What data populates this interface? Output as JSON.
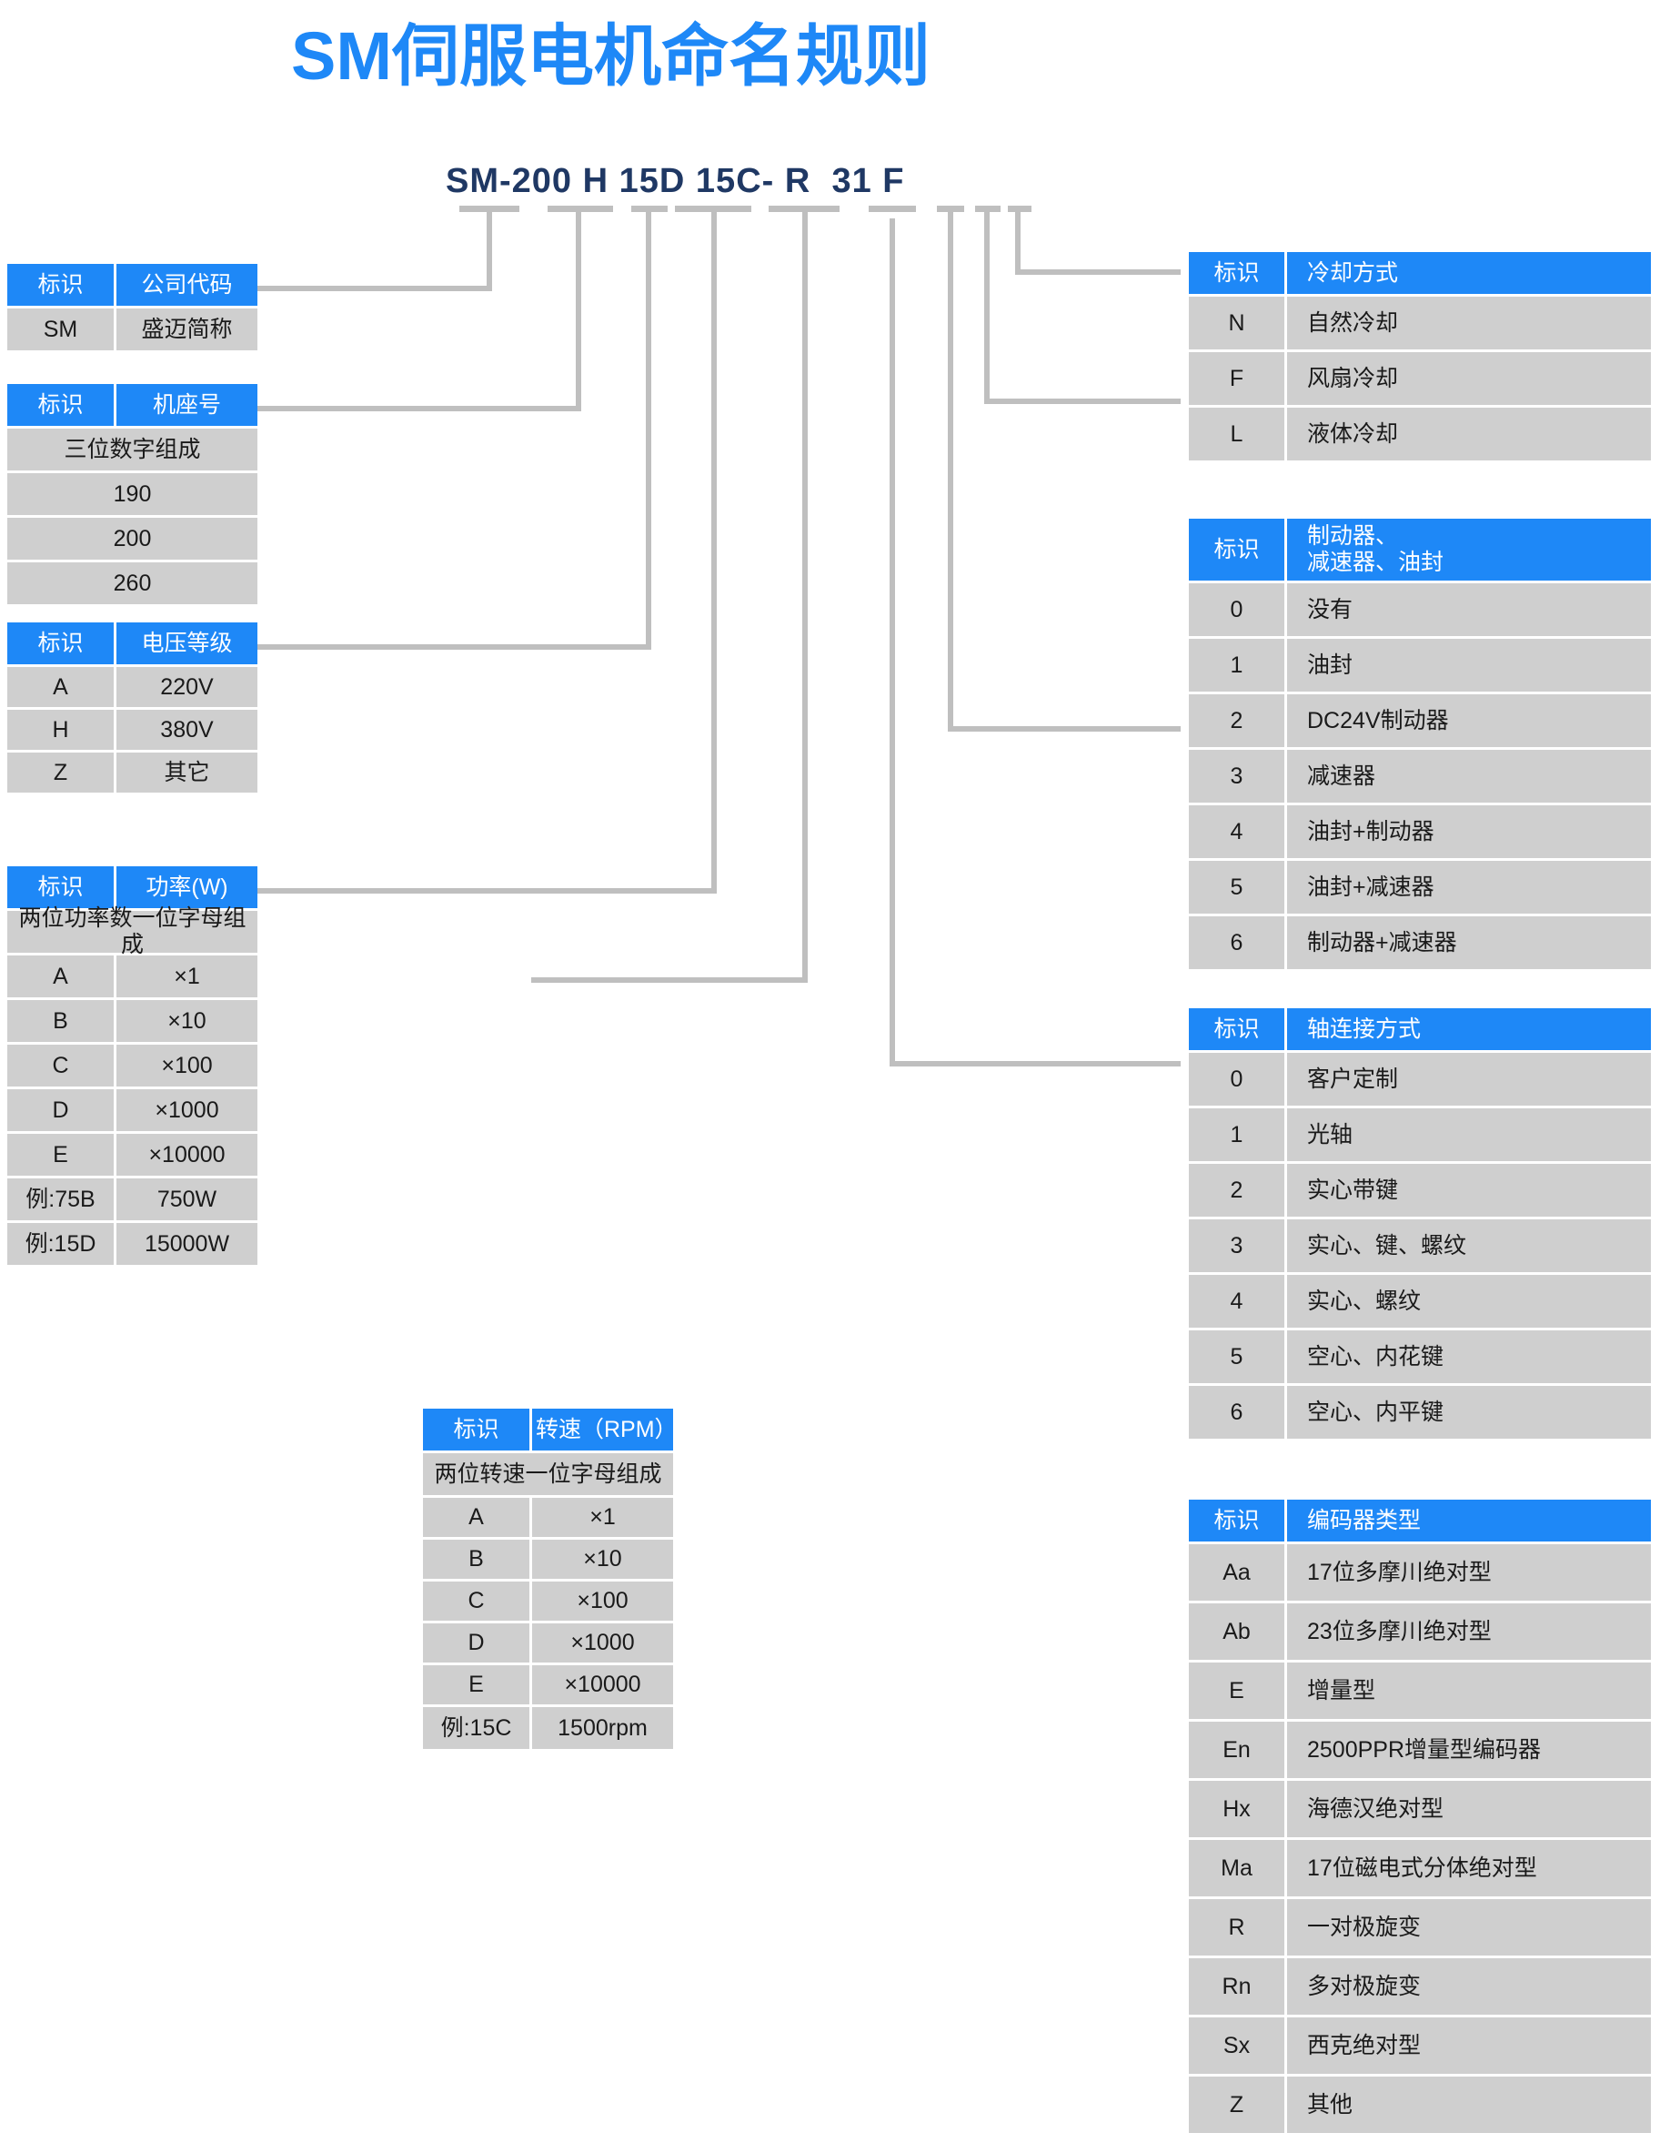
{
  "title": "SM伺服电机命名规则",
  "model_code": {
    "segments": [
      {
        "text": "SM-200",
        "name": "segment-frame"
      },
      {
        "text": "H",
        "name": "segment-voltage"
      },
      {
        "text": "15D",
        "name": "segment-power"
      },
      {
        "text": "15C-",
        "name": "segment-speed"
      },
      {
        "text": "R",
        "name": "segment-encoder"
      },
      {
        "text": "3",
        "name": "segment-shaft"
      },
      {
        "text": "1",
        "name": "segment-brake"
      },
      {
        "text": "F",
        "name": "segment-cooling"
      }
    ],
    "full": "SM-200 H 15D 15C- R 31 F"
  },
  "colors": {
    "accent": "#1E88F7",
    "cell": "#CFCFCF",
    "line": "#BFBFBF",
    "code_text": "#1F3864"
  },
  "labels": {
    "id": "标识"
  },
  "tables": {
    "company": {
      "header": [
        "标识",
        "公司代码"
      ],
      "rows": [
        [
          "SM",
          "盛迈简称"
        ]
      ]
    },
    "frame": {
      "header": [
        "标识",
        "机座号"
      ],
      "note": "三位数字组成",
      "rows": [
        [
          "190"
        ],
        [
          "200"
        ],
        [
          "260"
        ]
      ]
    },
    "voltage": {
      "header": [
        "标识",
        "电压等级"
      ],
      "rows": [
        [
          "A",
          "220V"
        ],
        [
          "H",
          "380V"
        ],
        [
          "Z",
          "其它"
        ]
      ]
    },
    "power": {
      "header": [
        "标识",
        "功率(W)"
      ],
      "note": "两位功率数一位字母组成",
      "rows": [
        [
          "A",
          "×1"
        ],
        [
          "B",
          "×10"
        ],
        [
          "C",
          "×100"
        ],
        [
          "D",
          "×1000"
        ],
        [
          "E",
          "×10000"
        ],
        [
          "例:75B",
          "750W"
        ],
        [
          "例:15D",
          "15000W"
        ]
      ]
    },
    "speed": {
      "header": [
        "标识",
        "转速（RPM）"
      ],
      "note": "两位转速一位字母组成",
      "rows": [
        [
          "A",
          "×1"
        ],
        [
          "B",
          "×10"
        ],
        [
          "C",
          "×100"
        ],
        [
          "D",
          "×1000"
        ],
        [
          "E",
          "×10000"
        ],
        [
          "例:15C",
          "1500rpm"
        ]
      ]
    },
    "cooling": {
      "header": [
        "标识",
        "冷却方式"
      ],
      "rows": [
        [
          "N",
          "自然冷却"
        ],
        [
          "F",
          "风扇冷却"
        ],
        [
          "L",
          "液体冷却"
        ]
      ]
    },
    "brake": {
      "header": [
        "标识",
        "制动器、\n减速器、油封"
      ],
      "header_line1": "制动器、",
      "header_line2": "减速器、油封",
      "rows": [
        [
          "0",
          "没有"
        ],
        [
          "1",
          "油封"
        ],
        [
          "2",
          "DC24V制动器"
        ],
        [
          "3",
          "减速器"
        ],
        [
          "4",
          "油封+制动器"
        ],
        [
          "5",
          "油封+减速器"
        ],
        [
          "6",
          "制动器+减速器"
        ]
      ]
    },
    "shaft": {
      "header": [
        "标识",
        "轴连接方式"
      ],
      "rows": [
        [
          "0",
          "客户定制"
        ],
        [
          "1",
          "光轴"
        ],
        [
          "2",
          "实心带键"
        ],
        [
          "3",
          "实心、键、螺纹"
        ],
        [
          "4",
          "实心、螺纹"
        ],
        [
          "5",
          "空心、内花键"
        ],
        [
          "6",
          "空心、内平键"
        ]
      ]
    },
    "encoder": {
      "header": [
        "标识",
        "编码器类型"
      ],
      "rows": [
        [
          "Aa",
          "17位多摩川绝对型"
        ],
        [
          "Ab",
          "23位多摩川绝对型"
        ],
        [
          "E",
          "增量型"
        ],
        [
          "En",
          "2500PPR增量型编码器"
        ],
        [
          "Hx",
          "海德汉绝对型"
        ],
        [
          "Ma",
          "17位磁电式分体绝对型"
        ],
        [
          "R",
          "一对极旋变"
        ],
        [
          "Rn",
          "多对极旋变"
        ],
        [
          "Sx",
          "西克绝对型"
        ],
        [
          "Z",
          "其他"
        ]
      ]
    }
  }
}
